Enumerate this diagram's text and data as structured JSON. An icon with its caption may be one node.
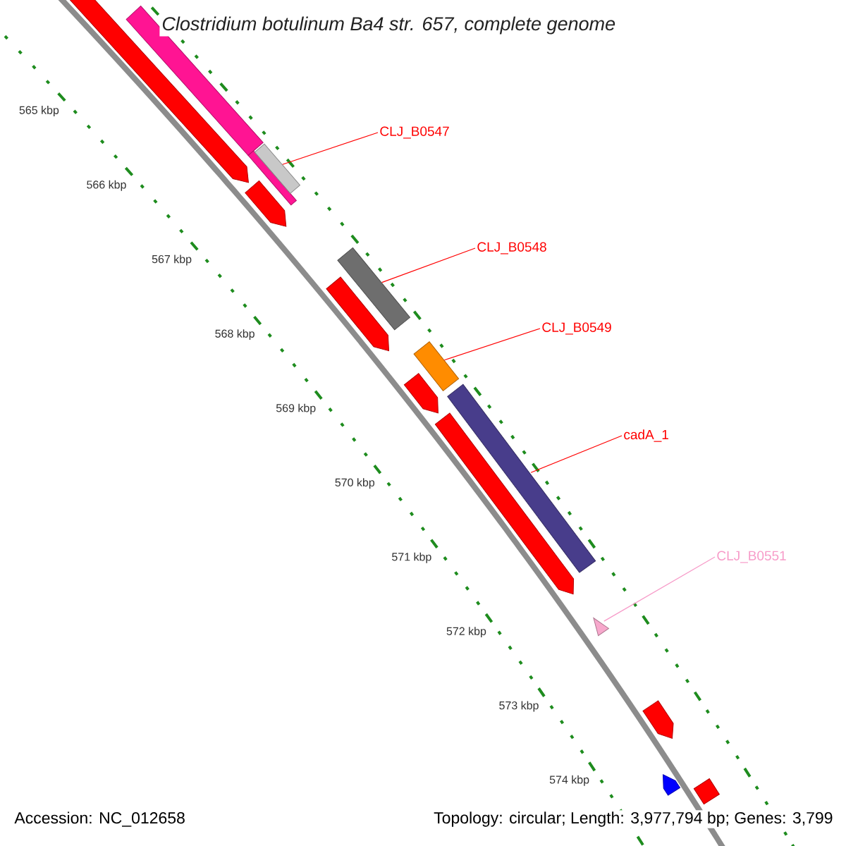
{
  "diagram": {
    "title": "Clostridium botulinum Ba4 str. 657, complete genome",
    "nodes": [
      {
        "text": [
          "CLJ_B0547"
        ]
      },
      {
        "text": [
          "CLJ_B0548"
        ]
      },
      {
        "text": [
          "CLJ_B0549"
        ]
      },
      {
        "text": [
          "cadA_1"
        ]
      },
      {
        "text": [
          "CLJ_B0551"
        ]
      },
      {
        "text": [],
        "shape": "bar"
      },
      {
        "text": [],
        "shape": "bar"
      },
      {
        "text": [],
        "shape": "bar"
      },
      {
        "text": [],
        "shape": "bar"
      },
      {
        "text": [],
        "shape": "bar"
      },
      {
        "text": [],
        "shape": "bar"
      },
      {
        "text": [],
        "shape": "bar"
      },
      {
        "text": [],
        "shape": "bar"
      },
      {
        "text": [],
        "shape": "bar"
      },
      {
        "text": [],
        "shape": "bar"
      },
      {
        "text": [],
        "shape": "bar"
      },
      {
        "text": [],
        "shape": "bar"
      },
      {
        "text": [],
        "shape": "bar"
      },
      {
        "text": [],
        "shape": "bar"
      }
    ],
    "edges": [
      {
        "from": 0,
        "to": 7,
        "arrow": "none"
      },
      {
        "from": 1,
        "to": 9,
        "arrow": "none"
      },
      {
        "from": 2,
        "to": 11,
        "arrow": "none"
      },
      {
        "from": 3,
        "to": 13,
        "arrow": "none"
      },
      {
        "from": 4,
        "to": 15,
        "arrow": "none",
        "color": "#f79ac8"
      }
    ],
    "labels": [
      "565 kbp",
      "566 kbp",
      "567 kbp",
      "568 kbp",
      "569 kbp",
      "570 kbp",
      "571 kbp",
      "572 kbp",
      "573 kbp",
      "574 kbp",
      "Accession: NC_012658",
      "Topology: circular; Length: 3,977,794 bp; Genes: 3,799"
    ]
  }
}
